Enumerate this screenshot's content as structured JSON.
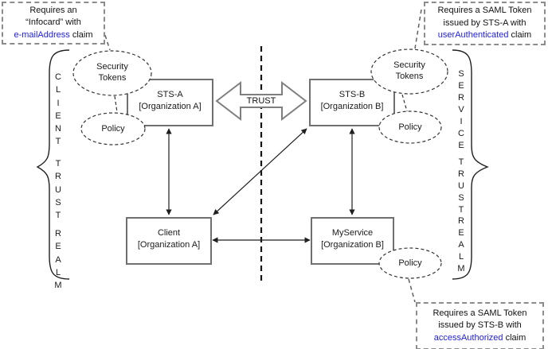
{
  "callouts": {
    "infocard": {
      "line1": "Requires an",
      "line2": "“Infocard” with",
      "claim": "e-mailAddress",
      "suffix": "claim"
    },
    "saml_sts_a": {
      "line1": "Requires a SAML Token",
      "line2": "issued by STS-A with",
      "claim": "userAuthenticated",
      "suffix": "claim"
    },
    "saml_sts_b": {
      "line1": "Requires a SAML Token",
      "line2": "issued by STS-B with",
      "claim": "accessAuthorized",
      "suffix": "claim"
    }
  },
  "nodes": {
    "sts_a": {
      "name": "STS-A",
      "org": "[Organization A]"
    },
    "sts_b": {
      "name": "STS-B",
      "org": "[Organization B]"
    },
    "client": {
      "name": "Client",
      "org": "[Organization A]"
    },
    "myservice": {
      "name": "MyService",
      "org": "[Organization B]"
    }
  },
  "ellipses": {
    "security_tokens_line1": "Security",
    "security_tokens_line2": "Tokens",
    "policy": "Policy"
  },
  "trust_label": "TRUST",
  "realms": {
    "client": {
      "word1": "C\nL\nI\nE\nN\nT",
      "word2": "T\nR\nU\nS\nT",
      "word3": "R\nE\nA\nL\nM"
    },
    "service": {
      "word1": "S\nE\nR\nV\nI\nC\nE",
      "word2": "T\nR\nU\nS\nT",
      "word3": "R\nE\nA\nL\nM"
    }
  },
  "colors": {
    "claim_blue": "#2121de",
    "box_border": "#707070",
    "arrow_outline": "#7f7f7f",
    "callout_border": "#8c8c8c",
    "line_black": "#1f1f1f"
  }
}
